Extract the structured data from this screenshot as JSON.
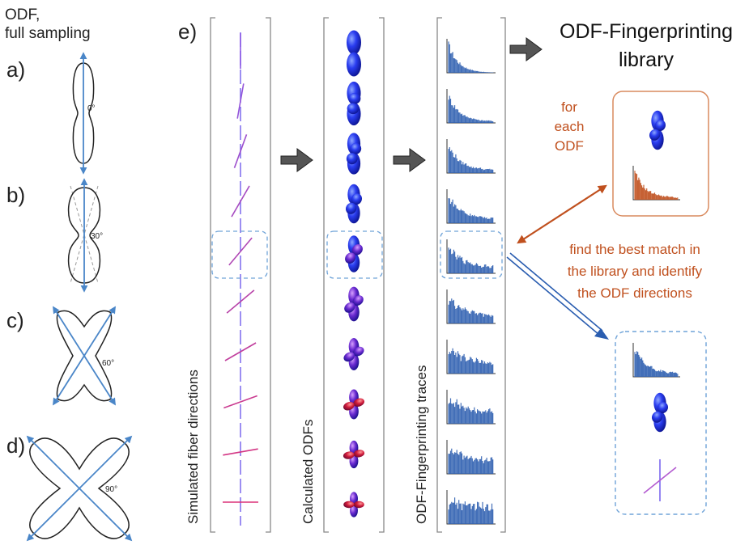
{
  "left_header": {
    "line1": "ODF,",
    "line2": "full sampling"
  },
  "panels": [
    {
      "label": "a)",
      "angle_label": "0°"
    },
    {
      "label": "b)",
      "angle_label": "30°"
    },
    {
      "label": "c)",
      "angle_label": "60°"
    },
    {
      "label": "d)",
      "angle_label": "90°"
    }
  ],
  "main_label": "e)",
  "columns": {
    "fibers": "Simulated fiber directions",
    "odfs": "Calculated ODFs",
    "traces": "ODF-Fingerprinting traces"
  },
  "library": {
    "line1": "ODF-Fingerprinting",
    "line2": "library"
  },
  "for_each": {
    "line1": "for",
    "line2": "each",
    "line3": "ODF"
  },
  "find_match": {
    "line1": "find the best match in",
    "line2": "the library and identify",
    "line3": "the ODF directions"
  },
  "colors": {
    "fiber_axis": "#7b68ee",
    "fiber_tilted": "#c0408a",
    "arrow_gray": "#555555",
    "orange": "#c0501e",
    "blue_arrow": "#2a5db0",
    "dashed_box": "#6fa3d8",
    "trace_blue": "#2f5fb0",
    "trace_orange": "#c0501e",
    "odf_line": "#4a86c8"
  }
}
